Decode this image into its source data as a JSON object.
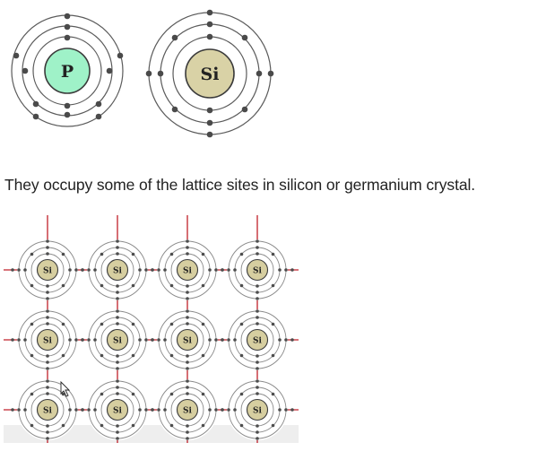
{
  "caption": "They occupy some of the lattice sites in silicon or germanium crystal.",
  "atoms": [
    {
      "symbol": "P",
      "nucleus_color": "#9ff2c8",
      "icon": "phosphorus-atom-icon"
    },
    {
      "symbol": "Si",
      "nucleus_color": "#d9d2a6",
      "icon": "silicon-atom-icon"
    }
  ],
  "lattice": {
    "atom_symbol": "Si",
    "rows": 3,
    "cols": 4,
    "nucleus_color": "#d6cea0",
    "bond_color": "#c0202a"
  },
  "colors": {
    "orbit": "#5b5b5b",
    "electron": "#4a4a4a",
    "bond": "#c0202a"
  }
}
